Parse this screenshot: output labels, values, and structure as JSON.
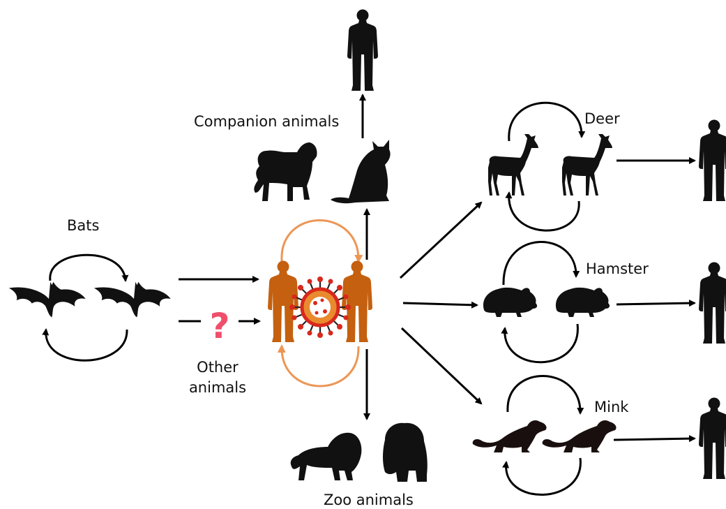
{
  "labels": {
    "companion": "Companion animals",
    "deer": "Deer",
    "bats": "Bats",
    "hamster": "Hamster",
    "other_line1": "Other",
    "other_line2": "animals",
    "mink": "Mink",
    "zoo": "Zoo animals"
  },
  "unknown_symbol": "?",
  "colors": {
    "human_host": "#c4600f",
    "human_loop": "#ec9656",
    "silhouette": "#111111",
    "arrow": "#000000",
    "virus_red": "#d8281c",
    "virus_orange": "#e98a2f",
    "question_pink": "#ef4f6c"
  }
}
